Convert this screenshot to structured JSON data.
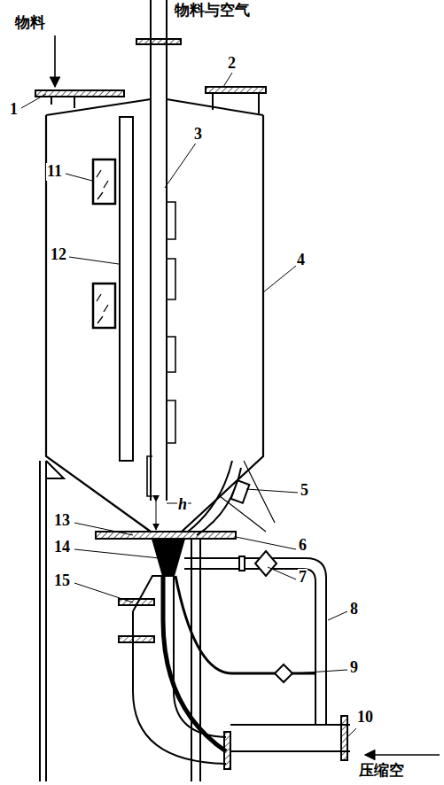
{
  "diagram": {
    "labels": [
      "物料与空气",
      "物料",
      "2",
      "1",
      "3",
      "11",
      "4",
      "12",
      "5",
      "13",
      "6",
      "14",
      "7",
      "8",
      "15",
      "9",
      "h",
      "10",
      "压缩空"
    ]
  }
}
